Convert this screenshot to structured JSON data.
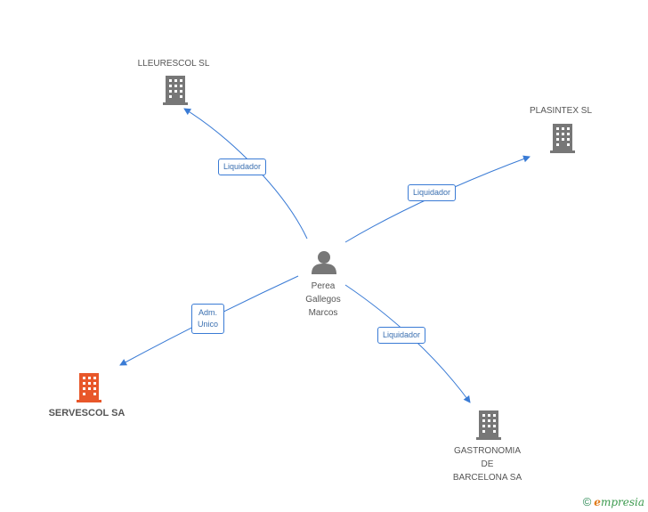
{
  "center": {
    "name_lines": [
      "Perea",
      "Gallegos",
      "Marcos"
    ],
    "icon": "person-icon"
  },
  "nodes": [
    {
      "id": "lleurescol",
      "label": "LLEURESCOL SL",
      "icon": "building-icon",
      "color": "#777777"
    },
    {
      "id": "plasintex",
      "label": "PLASINTEX SL",
      "icon": "building-icon",
      "color": "#777777"
    },
    {
      "id": "servescol",
      "label": "SERVESCOL SA",
      "icon": "building-icon",
      "color": "#e8572a"
    },
    {
      "id": "gastronomia",
      "label_lines": [
        "GASTRONOMIA",
        "DE",
        "BARCELONA SA"
      ],
      "icon": "building-icon",
      "color": "#777777"
    }
  ],
  "edges": [
    {
      "to": "lleurescol",
      "label": "Liquidador"
    },
    {
      "to": "plasintex",
      "label": "Liquidador"
    },
    {
      "to": "servescol",
      "label_lines": [
        "Adm.",
        "Unico"
      ]
    },
    {
      "to": "gastronomia",
      "label": "Liquidador"
    }
  ],
  "colors": {
    "edge": "#3a7bd5",
    "building_gray": "#777777",
    "building_highlight": "#e8572a",
    "person": "#777777"
  },
  "footer": {
    "copyright": "©",
    "brand_initial": "e",
    "brand_rest": "mpresia"
  }
}
